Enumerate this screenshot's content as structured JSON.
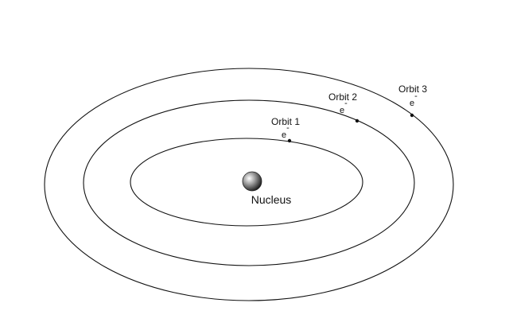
{
  "diagram": {
    "nucleus": {
      "label": "Nucleus"
    },
    "orbits": [
      {
        "label": "Orbit 1",
        "electron_symbol": "e",
        "charge_mark": "-"
      },
      {
        "label": "Orbit 2",
        "electron_symbol": "e",
        "charge_mark": "-"
      },
      {
        "label": "Orbit 3",
        "electron_symbol": "e",
        "charge_mark": "-"
      }
    ],
    "colors": {
      "line": "#111111",
      "background": "#ffffff"
    }
  }
}
